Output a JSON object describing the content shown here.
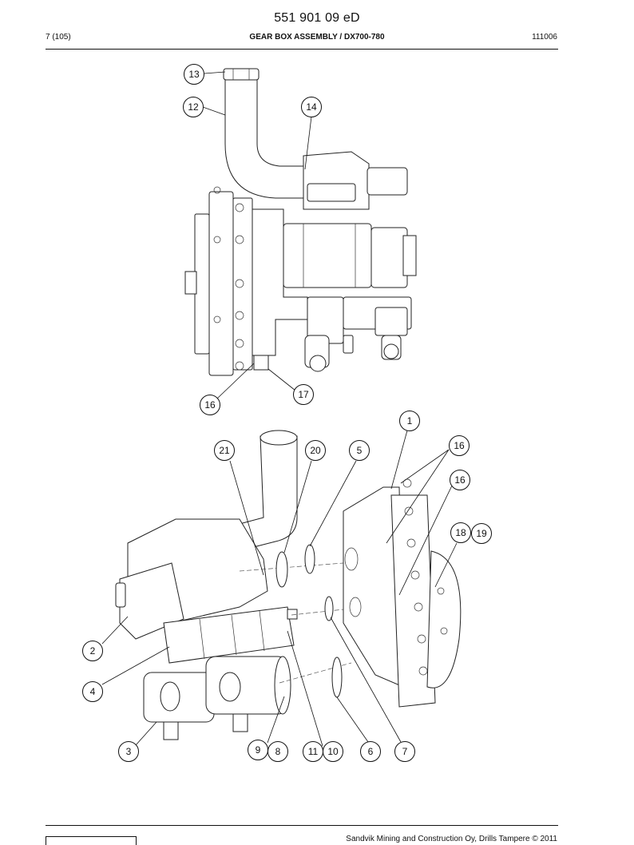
{
  "header": {
    "doc_number": "551 901 09 eD",
    "page": "7 (105)",
    "title": "GEAR BOX ASSEMBLY / DX700-780",
    "code": "111006"
  },
  "footer": {
    "text": "Sandvik Mining and Construction Oy, Drills Tampere © 2011"
  },
  "callouts": [
    "13",
    "12",
    "14",
    "16",
    "17",
    "1",
    "21",
    "20",
    "5",
    "16",
    "16",
    "18",
    "19",
    "2",
    "4",
    "3",
    "9",
    "8",
    "11",
    "10",
    "6",
    "7"
  ]
}
